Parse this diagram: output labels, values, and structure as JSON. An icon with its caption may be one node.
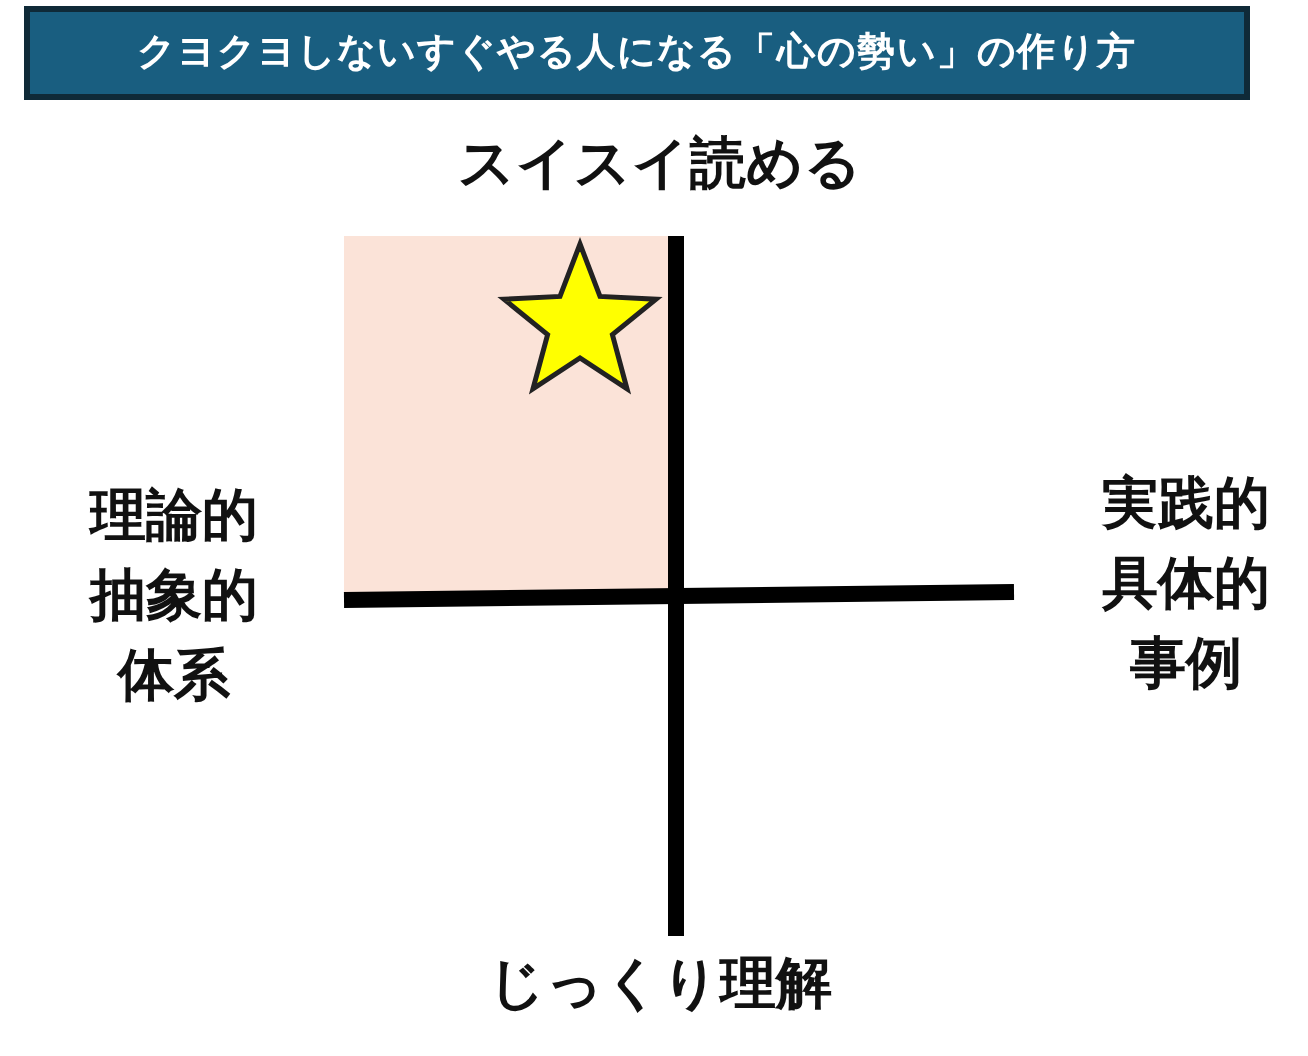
{
  "diagram": {
    "title": "クヨクヨしないすぐやる人になる「心の勢い」の作り方",
    "labels": [
      "スイスイ読める",
      "理論的抽象的体系",
      "実践的具体的事例",
      "じっくり理解"
    ]
  }
}
